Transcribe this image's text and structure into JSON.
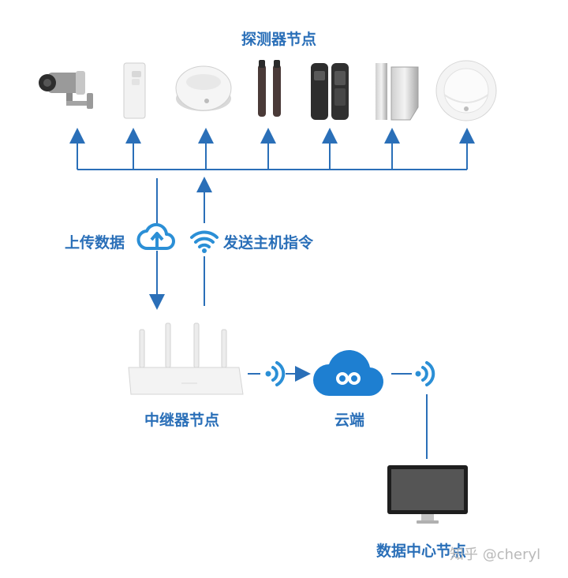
{
  "title": "探测器节点",
  "upload_label": "上传数据",
  "command_label": "发送主机指令",
  "relay_label": "中继器节点",
  "cloud_label": "云端",
  "datacenter_label": "数据中心节点",
  "watermark": "知乎 @cheryl",
  "colors": {
    "accent": "#2a6fb8",
    "icon_blue": "#2b8fd6"
  },
  "devices": [
    {
      "name": "camera"
    },
    {
      "name": "pir-sensor"
    },
    {
      "name": "smoke-detector"
    },
    {
      "name": "infrared-beam"
    },
    {
      "name": "dual-beam-detector"
    },
    {
      "name": "door-contact"
    },
    {
      "name": "gas-detector"
    }
  ]
}
